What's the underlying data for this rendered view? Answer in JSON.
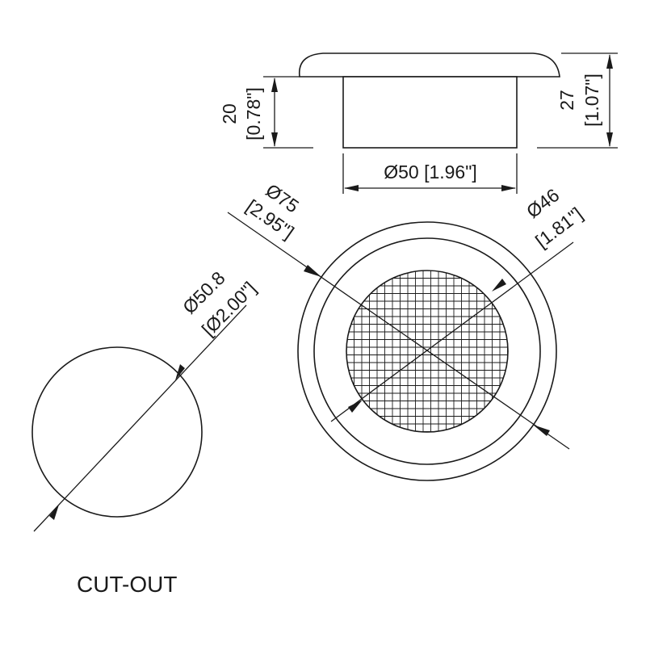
{
  "dimensions": {
    "height_body": {
      "mm": "20",
      "inch": "[0.78\"]"
    },
    "height_total": {
      "mm": "27",
      "inch": "[1.07\"]"
    },
    "body_diameter": {
      "text": "Ø50  [1.96\"]"
    },
    "flange_diameter": {
      "mm": "Ø75",
      "inch": "[2.95\"]"
    },
    "mesh_diameter": {
      "mm": "Ø46",
      "inch": "[1.81\"]"
    },
    "cutout_diameter": {
      "mm": "Ø50.8",
      "inch": "[Ø2.00\"]"
    }
  },
  "labels": {
    "cutout": "CUT-OUT"
  },
  "colors": {
    "line": "#1a1a1a",
    "background": "#ffffff"
  }
}
